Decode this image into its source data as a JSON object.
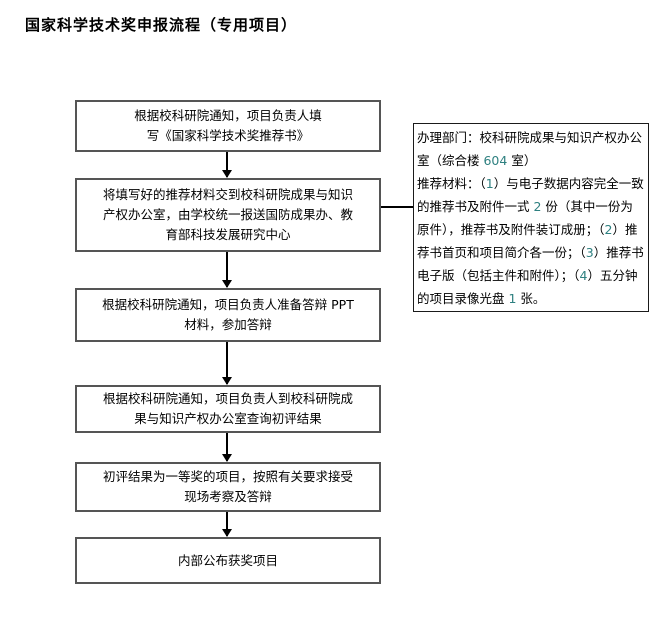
{
  "page": {
    "title": "国家科学技术奖申报流程（专用项目）"
  },
  "flow": {
    "boxes": [
      {
        "text": "根据校科研院通知，项目负责人填\n写《国家科学技术奖推荐书》"
      },
      {
        "text": "将填写好的推荐材料交到校科研院成果与知识\n产权办公室，由学校统一报送国防成果办、教\n育部科技发展研究中心"
      },
      {
        "text": "根据校科研院通知，项目负责人准备答辩 PPT\n材料，参加答辩"
      },
      {
        "text": "根据校科研院通知，项目负责人到校科研院成\n果与知识产权办公室查询初评结果"
      },
      {
        "text": "初评结果为一等奖的项目，按照有关要求接受\n现场考察及答辩"
      },
      {
        "text": "内部公布获奖项目"
      }
    ]
  },
  "annotation": {
    "number_color": "#2e8080",
    "segments": [
      {
        "t": "办理部门：校科研院成果与知识产权办公室（综合楼 ",
        "num": false
      },
      {
        "t": "604",
        "num": true
      },
      {
        "t": " 室）\n推荐材料：（",
        "num": false
      },
      {
        "t": "1",
        "num": true
      },
      {
        "t": "）与电子数据内容完全一致的推荐书及附件一式 ",
        "num": false
      },
      {
        "t": "2",
        "num": true
      },
      {
        "t": " 份（其中一份为原件），推荐书及附件装订成册；（",
        "num": false
      },
      {
        "t": "2",
        "num": true
      },
      {
        "t": "）推荐书首页和项目简介各一份；（",
        "num": false
      },
      {
        "t": "3",
        "num": true
      },
      {
        "t": "）推荐书电子版（包括主件和附件）；（",
        "num": false
      },
      {
        "t": "4",
        "num": true
      },
      {
        "t": "）五分钟的项目录像光盘 ",
        "num": false
      },
      {
        "t": "1",
        "num": true
      },
      {
        "t": " 张。",
        "num": false
      }
    ]
  }
}
